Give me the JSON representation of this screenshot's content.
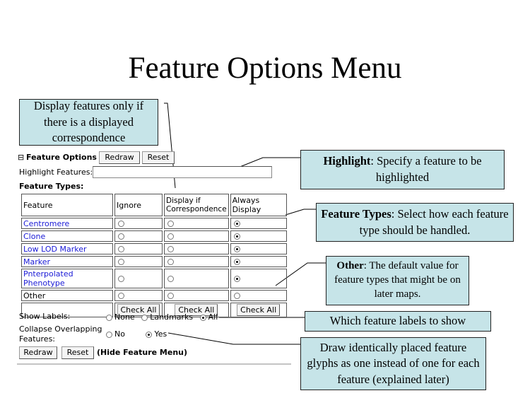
{
  "title": "Feature Options Menu",
  "callouts": {
    "display_features": "Display features only if there is a displayed correspondence",
    "highlight_bold": "Highlight",
    "highlight_rest": ": Specify a feature to be highlighted",
    "feature_types_bold": "Feature Types",
    "feature_types_rest": ": Select how each feature type should be handled.",
    "other_bold": "Other",
    "other_rest": ": The default value for feature types that might be on later maps.",
    "labels": "Which feature labels to show",
    "collapse": "Draw identically placed feature glyphs as one instead of one for each feature (explained later)"
  },
  "panel": {
    "toggle_icon": "⊟",
    "header": "Feature Options",
    "redraw": "Redraw",
    "reset": "Reset",
    "highlight_label": "Highlight Features:",
    "highlight_value": "",
    "feature_types_label": "Feature Types:",
    "columns": [
      "Feature",
      "Ignore",
      "Display if Correspondence",
      "Always Display"
    ],
    "rows": [
      {
        "name": "Centromere",
        "selected": 2
      },
      {
        "name": "Clone",
        "selected": 2
      },
      {
        "name": "Low LOD Marker",
        "selected": 2
      },
      {
        "name": "Marker",
        "selected": 2
      },
      {
        "name": "Pnterpolated Phenotype",
        "selected": 2
      },
      {
        "name": "Other",
        "selected": -1
      }
    ],
    "check_all": "Check All",
    "show_labels": "Show Labels:",
    "label_none": "None",
    "label_landmarks": "Landmarks",
    "label_all": "All",
    "collapse_label_1": "Collapse Overlapping",
    "collapse_label_2": "Features:",
    "collapse_no": "No",
    "collapse_yes": "Yes",
    "hide_menu": "(Hide Feature Menu)"
  }
}
